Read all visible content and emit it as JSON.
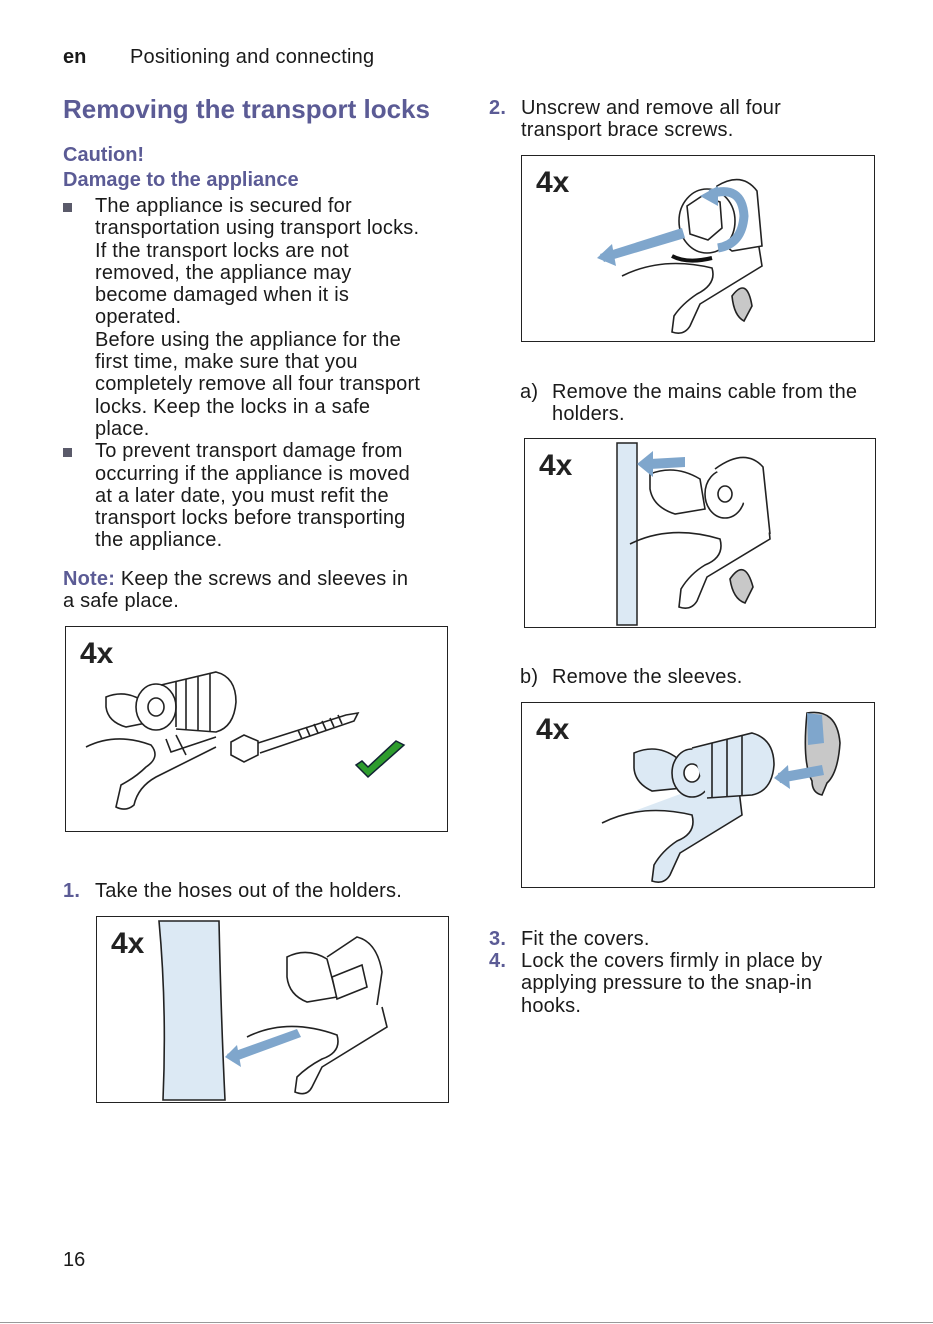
{
  "header": {
    "lang": "en",
    "section": "Positioning and connecting"
  },
  "title": "Removing the transport locks",
  "caution": {
    "heading": "Caution!",
    "subheading": "Damage to the appliance"
  },
  "bullets": [
    [
      "The appliance is secured for",
      "transportation using transport locks.",
      "If the transport locks are not",
      "removed, the appliance may",
      "become damaged when it is",
      "operated.",
      "Before using the appliance for the",
      "first time, make sure that you",
      "completely remove all four transport",
      "locks. Keep the locks in a safe",
      "place."
    ],
    [
      "To prevent transport damage from",
      "occurring if the appliance is moved",
      "at a later date, you must refit the",
      "transport locks before transporting",
      "the appliance."
    ]
  ],
  "note": {
    "label": "Note:",
    "line1": "Keep the screws and sleeves in",
    "line2": "a safe place."
  },
  "figures": {
    "overview": {
      "count": "4x"
    },
    "hoses": {
      "count": "4x"
    },
    "screws": {
      "count": "4x"
    },
    "cable": {
      "count": "4x"
    },
    "sleeves": {
      "count": "4x"
    }
  },
  "steps": {
    "s1": {
      "num": "1.",
      "lines": [
        "Take the hoses out of the holders."
      ]
    },
    "s2": {
      "num": "2.",
      "lines": [
        "Unscrew and remove all four",
        "transport brace screws."
      ]
    },
    "sa": {
      "label": "a)",
      "lines": [
        "Remove the mains cable from the",
        "holders."
      ]
    },
    "sb": {
      "label": "b)",
      "lines": [
        "Remove the sleeves."
      ]
    },
    "s3": {
      "num": "3.",
      "lines": [
        "Fit the covers."
      ]
    },
    "s4": {
      "num": "4.",
      "lines": [
        "Lock the covers firmly in place by",
        "applying pressure to the snap-in",
        "hooks."
      ]
    }
  },
  "page_number": "16",
  "colors": {
    "accent": "#5b5b95",
    "arrow": "#7fa6cc",
    "check": "#2e9c2e"
  }
}
